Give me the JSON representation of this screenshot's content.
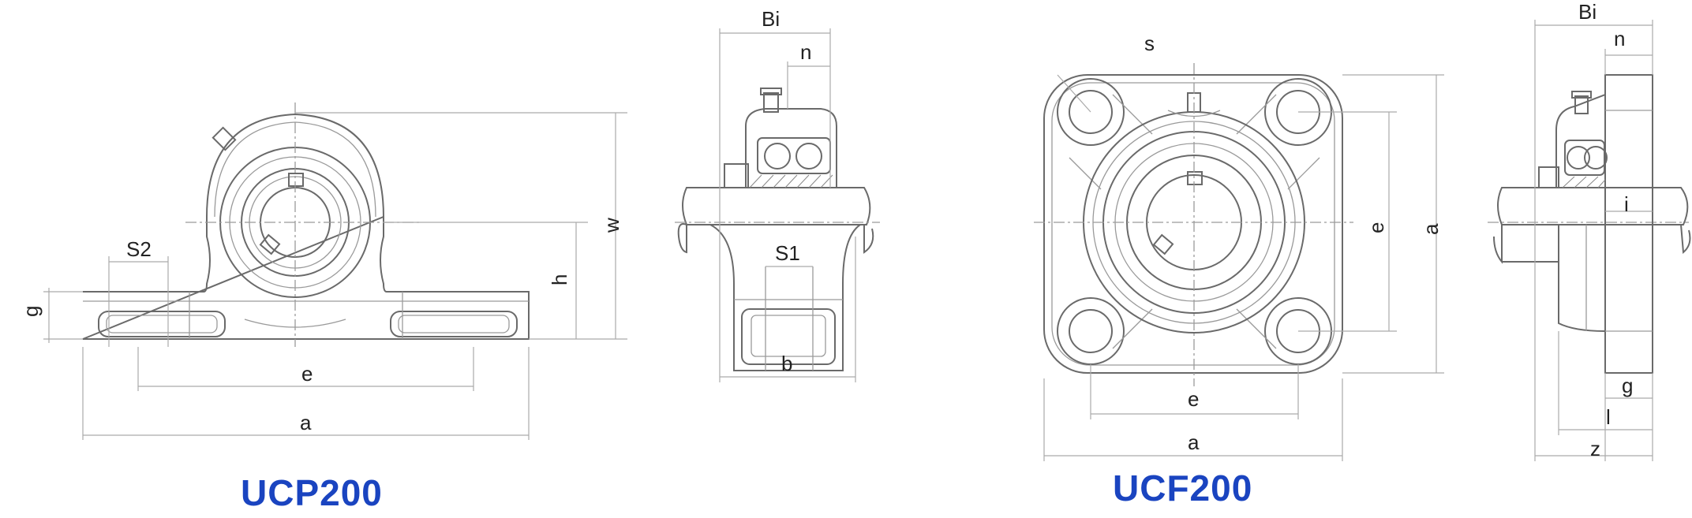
{
  "captions": {
    "left": "UCP200",
    "right": "UCF200"
  },
  "colors": {
    "caption": "#1a44c0",
    "line": "#6a6a6a",
    "dimension": "#aaaaaa"
  },
  "ucp_labels": {
    "s2": "S2",
    "g": "g",
    "h": "h",
    "w": "w",
    "e": "e",
    "a": "a",
    "bi": "Bi",
    "n": "n",
    "s1": "S1",
    "b": "b"
  },
  "ucf_labels": {
    "s": "s",
    "e_vertical": "e",
    "a_vertical": "a",
    "e": "e",
    "a": "a",
    "bi": "Bi",
    "n": "n",
    "i": "i",
    "g": "g",
    "l": "l",
    "z": "z"
  }
}
